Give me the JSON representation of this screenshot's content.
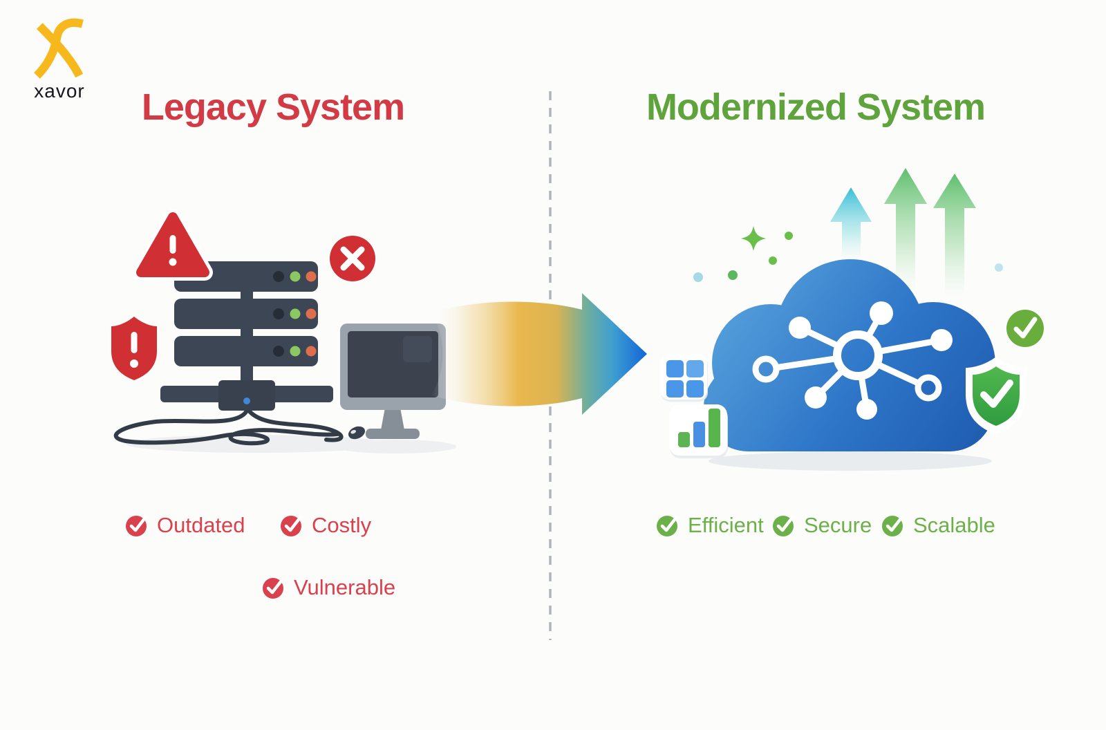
{
  "brand": {
    "logo_text": "xavor",
    "logo_icon": "x-swoosh-icon"
  },
  "legacy": {
    "title": "Legacy System",
    "labels": [
      {
        "text": "Outdated",
        "icon": "red-check-circle-icon"
      },
      {
        "text": "Costly",
        "icon": "red-check-circle-icon"
      },
      {
        "text": "Vulnerable",
        "icon": "red-check-circle-icon"
      }
    ],
    "illustration_icons": [
      "warning-triangle-icon",
      "error-cross-icon",
      "alert-shield-icon",
      "server-rack-icon",
      "monitor-icon",
      "tangled-cables-icon",
      "mouse-icon"
    ]
  },
  "modern": {
    "title": "Modernized System",
    "labels": [
      {
        "text": "Efficient",
        "icon": "green-check-circle-icon"
      },
      {
        "text": "Secure",
        "icon": "green-check-circle-icon"
      },
      {
        "text": "Scalable",
        "icon": "green-check-circle-icon"
      }
    ],
    "illustration_icons": [
      "growth-arrows-icon",
      "sparkle-icon",
      "cloud-network-icon",
      "check-circle-icon",
      "security-shield-icon",
      "app-grid-icon",
      "bar-chart-icon"
    ]
  },
  "transition": {
    "icon": "gradient-arrow-right-icon"
  },
  "colors": {
    "legacy_red": "#d23b45",
    "modern_green": "#5fa33c",
    "label_red": "#d8414d",
    "label_green": "#6cb04a",
    "alert_red": "#d02f33",
    "server_dark": "#3d4654",
    "brand_yellow": "#f7b81e",
    "divider_gray": "#aeb4bb",
    "arrow_gold": "#e9b84e",
    "arrow_blue": "#1465d8",
    "cloud_blue": "#2e76c8",
    "growth_cyan": "#38bcd8",
    "growth_green": "#5fbe6e"
  }
}
